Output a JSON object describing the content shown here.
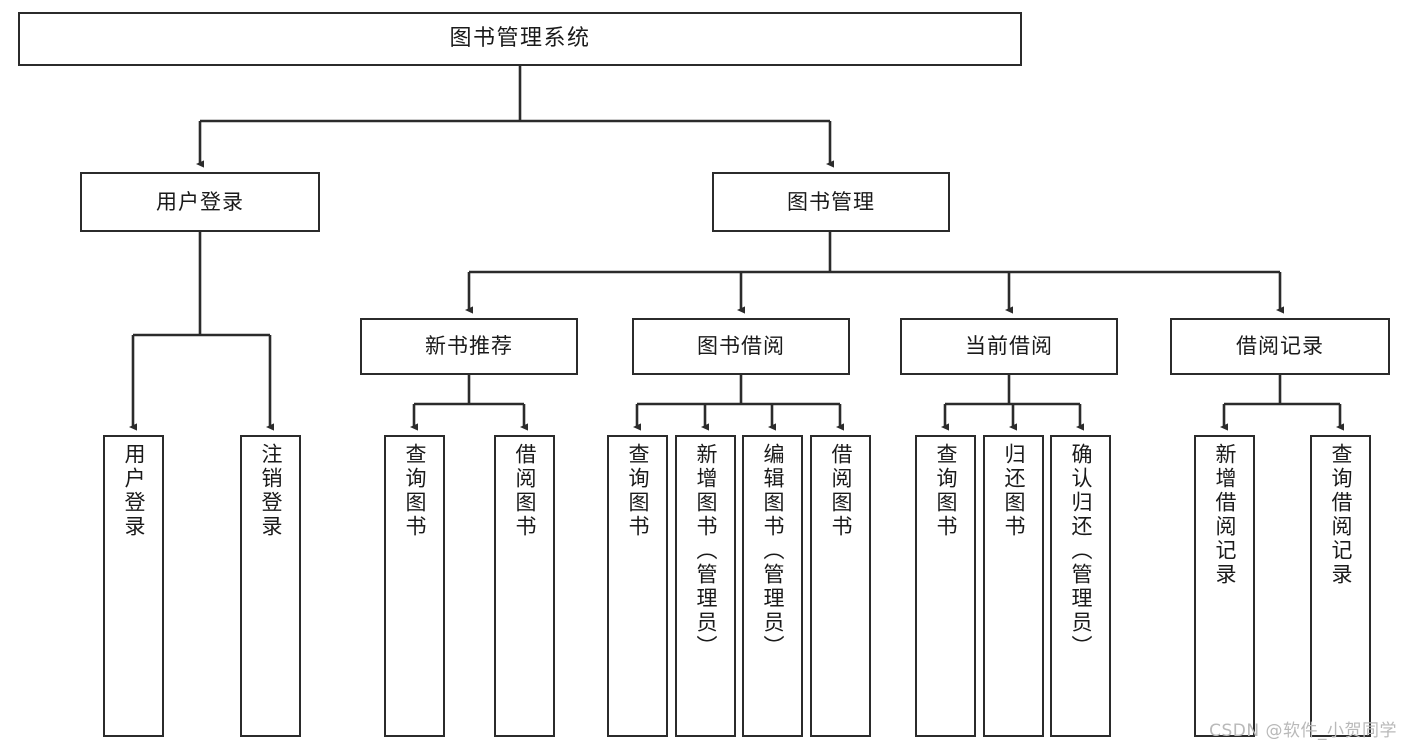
{
  "diagram": {
    "type": "tree",
    "title": "图书管理系统",
    "watermark": "CSDN @软件_小贺同学",
    "colors": {
      "stroke": "#2b2b2b",
      "fill": "#ffffff",
      "text": "#1a1a1a",
      "watermark": "#b9b9b9"
    },
    "levels": {
      "root": "图书管理系统",
      "level1": [
        "用户登录",
        "图书管理"
      ],
      "level2": [
        "新书推荐",
        "图书借阅",
        "当前借阅",
        "借阅记录"
      ]
    },
    "nodes": {
      "root": {
        "label": "图书管理系统"
      },
      "user_login": {
        "label": "用户登录"
      },
      "book_manage": {
        "label": "图书管理"
      },
      "new_book_rec": {
        "label": "新书推荐"
      },
      "book_borrow": {
        "label": "图书借阅"
      },
      "current_borrow": {
        "label": "当前借阅"
      },
      "borrow_record": {
        "label": "借阅记录"
      }
    },
    "leaves": {
      "user_login": [
        {
          "label": "用户登录"
        },
        {
          "label": "注销登录"
        }
      ],
      "new_book_rec": [
        {
          "label": "查询图书"
        },
        {
          "label": "借阅图书"
        }
      ],
      "book_borrow": [
        {
          "label": "查询图书"
        },
        {
          "label": "新增图书（管理员）"
        },
        {
          "label": "编辑图书（管理员）"
        },
        {
          "label": "借阅图书"
        }
      ],
      "current_borrow": [
        {
          "label": "查询图书"
        },
        {
          "label": "归还图书"
        },
        {
          "label": "确认归还（管理员）"
        }
      ],
      "borrow_record": [
        {
          "label": "新增借阅记录"
        },
        {
          "label": "查询借阅记录"
        }
      ]
    }
  }
}
